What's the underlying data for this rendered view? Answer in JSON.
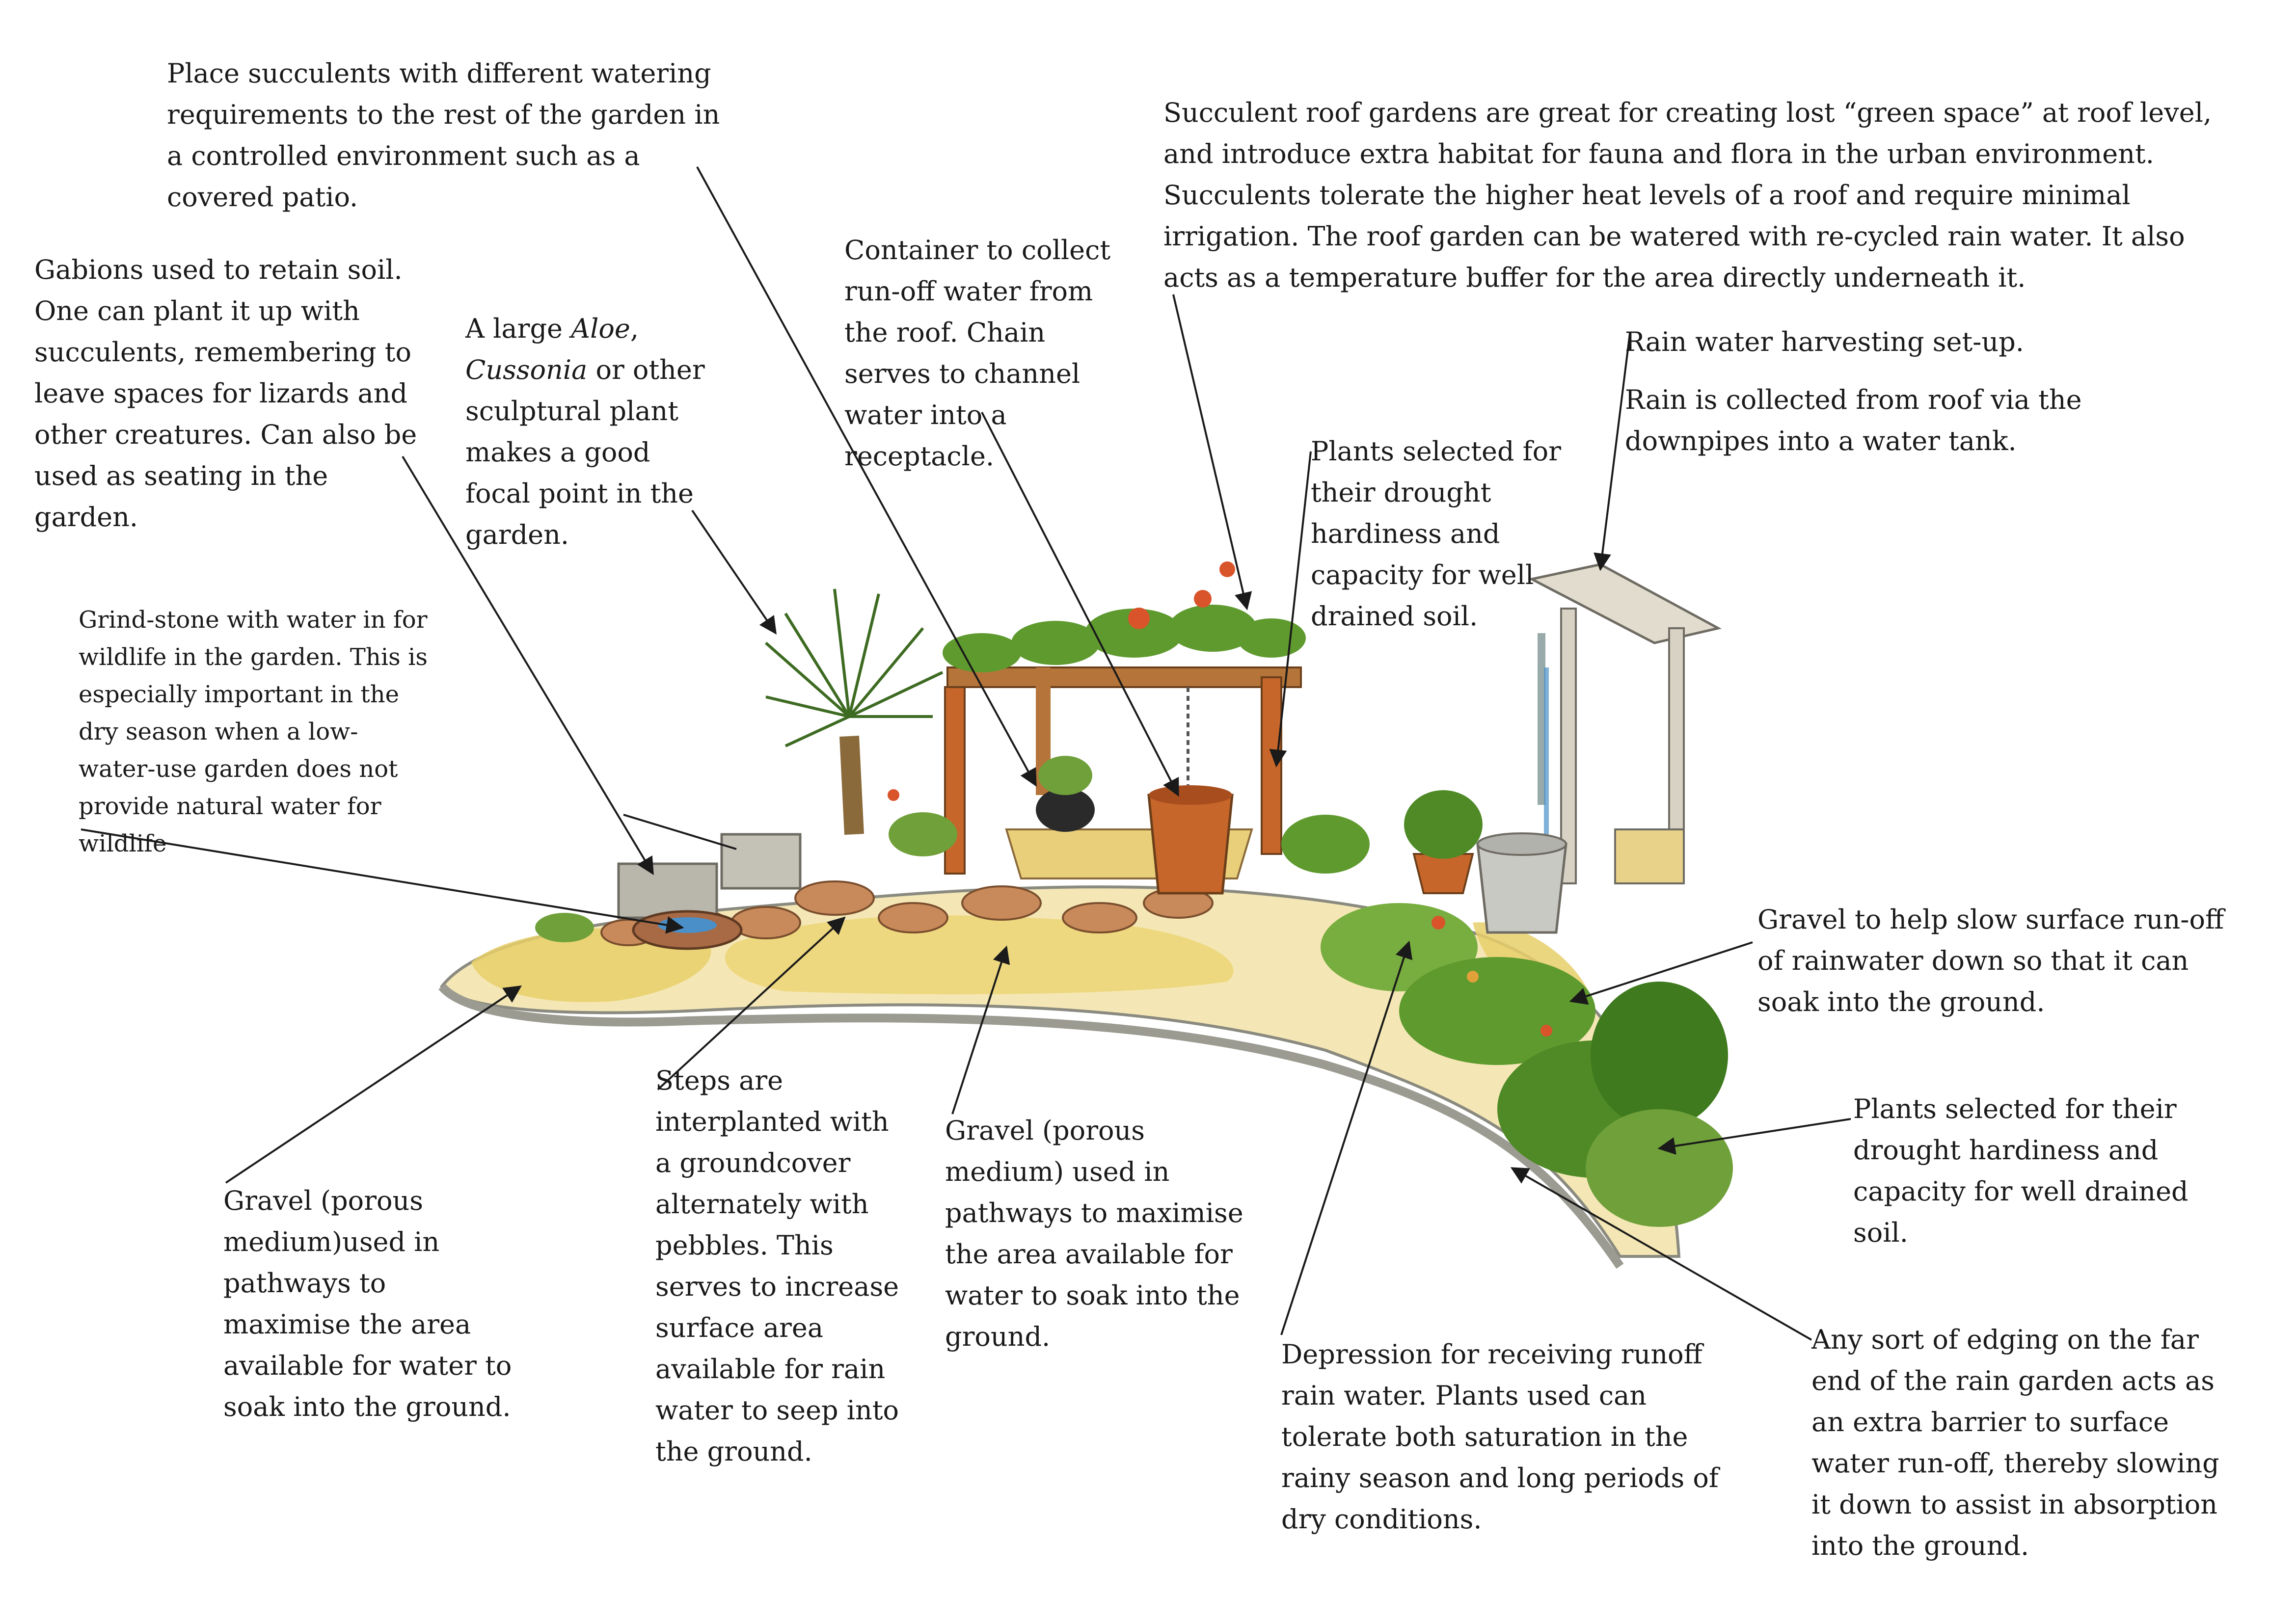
{
  "annotations": {
    "covered_patio": "Place succulents with different watering requirements to the rest of the garden in a controlled environment such as a covered patio.",
    "roof_garden": "Succulent roof gardens are great for creating lost “green space” at roof level, and introduce extra habitat for fauna and flora in the urban environment. Succulents tolerate the higher heat levels of a roof and require minimal irrigation. The roof garden can be watered with re-cycled rain water. It also acts as a temperature buffer for the area directly underneath it.",
    "gabions": "Gabions used to retain soil. One can plant it up with succulents, remembering to leave spaces for lizards and other creatures. Can also be used as seating in the garden.",
    "focal_plant_pre": "A large ",
    "focal_plant_aloe": "Aloe",
    "focal_plant_sep": ", ",
    "focal_plant_cussonia": "Cussonia",
    "focal_plant_post": " or other sculptural plant makes a good focal point in the garden.",
    "container": "Container to collect run-off water from the roof. Chain serves to channel water into a receptacle.",
    "harvesting_title": "Rain water harvesting set-up.",
    "harvesting_body": "Rain is collected from roof via the downpipes into a water tank.",
    "plants_roof": "Plants selected for their drought hardiness and capacity for well drained soil.",
    "grindstone": "Grind-stone with water in for wildlife in the garden. This is especially important in the dry season when a low-water-use garden does not provide natural water for wildlife",
    "gravel_runoff": "Gravel to help slow surface run-off of rainwater down so that it can soak into the ground.",
    "plants_right": "Plants selected for their drought hardiness and capacity for well drained soil.",
    "gravel_left": "Gravel (porous medium)used in pathways to maximise the area available for water to soak into the ground.",
    "steps": "Steps are interplanted with a groundcover alternately with pebbles. This serves to increase surface area available for rain water to seep into the ground.",
    "gravel_mid": "Gravel (porous medium) used in pathways to maximise the area available for water to soak into the ground.",
    "depression": "Depression for receiving runoff rain water. Plants used can tolerate both saturation in the rainy season and long periods of dry conditions.",
    "edging": "Any sort of edging on the far end of the rain garden acts as an extra barrier to surface water run-off, thereby slowing it down to assist in absorption into the ground."
  },
  "colors": {
    "gravel": "#e8cf6a",
    "foliage": "#5f9a2f",
    "terracotta": "#c7662a",
    "timber": "#b5753a",
    "stone": "#b9b6ac",
    "tank": "#c9c9c4",
    "water": "#4a8fc8"
  }
}
